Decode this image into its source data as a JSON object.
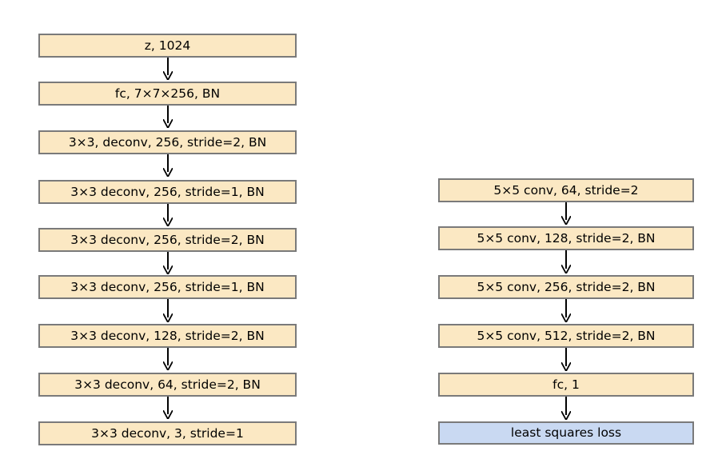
{
  "generator": {
    "layers": [
      "z, 1024",
      "fc, 7×7×256, BN",
      "3×3, deconv, 256, stride=2, BN",
      "3×3 deconv, 256, stride=1, BN",
      "3×3 deconv, 256, stride=2, BN",
      "3×3 deconv, 256, stride=1, BN",
      "3×3 deconv, 128, stride=2, BN",
      "3×3 deconv, 64, stride=2, BN",
      "3×3 deconv, 3, stride=1"
    ]
  },
  "discriminator": {
    "layers": [
      "5×5 conv, 64, stride=2",
      "5×5 conv, 128, stride=2, BN",
      "5×5 conv, 256, stride=2, BN",
      "5×5 conv, 512, stride=2, BN",
      "fc, 1"
    ],
    "loss": "least squares loss"
  },
  "colors": {
    "layer_fill": "#fbe8c3",
    "loss_fill": "#c9d9f2",
    "border": "#7a7a7a",
    "arrow": "#000000"
  }
}
